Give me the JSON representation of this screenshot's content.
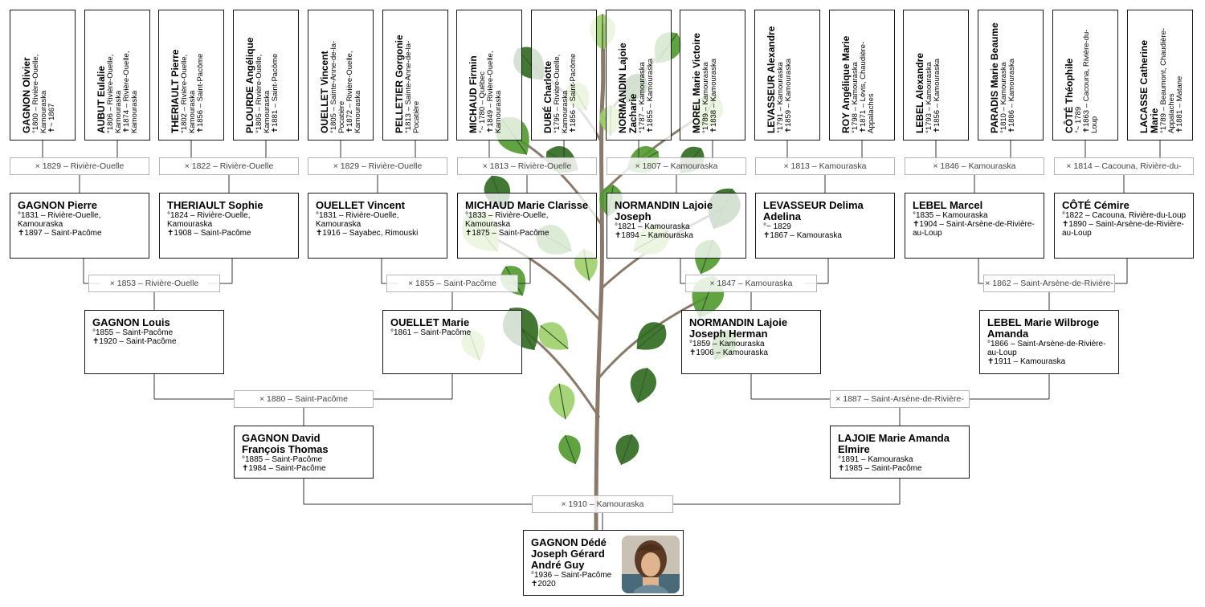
{
  "ancestors_g4": [
    {
      "name": "GAGNON Olivier",
      "lines": [
        "°1800 – Rivière-Ouelle, Kamouraska",
        "✝~ 1867"
      ]
    },
    {
      "name": "AUBUT Eulalie",
      "lines": [
        "°1806 – Rivière-Ouelle, Kamouraska",
        "✝1874 – Rivière-Ouelle, Kamouraska"
      ]
    },
    {
      "name": "THERIAULT Pierre",
      "lines": [
        "°1802 – Rivière-Ouelle, Kamouraska",
        "✝1856 – Saint-Pacôme"
      ]
    },
    {
      "name": "PLOURDE Angélique",
      "lines": [
        "°1805 – Rivière-Ouelle, Kamouraska",
        "✝1881 – Saint-Pacôme"
      ]
    },
    {
      "name": "OUELLET Vincent",
      "lines": [
        "°1805 – Sainte-Anne-de-la-Pocatière",
        "✝1872 – Rivière-Ouelle, Kamouraska"
      ]
    },
    {
      "name": "PELLETIER Gorgonie",
      "lines": [
        "°1813 – Sainte-Anne-de-la-Pocatière"
      ]
    },
    {
      "name": "MICHAUD Firmin",
      "lines": [
        "°~ 1780 – Québec",
        "✝1849 – Rivière-Ouelle, Kamouraska"
      ]
    },
    {
      "name": "DUBÉ Charlotte",
      "lines": [
        "°1795 – Rivière-Ouelle, Kamouraska",
        "✝1856 – Saint-Pacôme"
      ]
    },
    {
      "name": "NORMANDIN Lajoie Zacharie",
      "lines": [
        "°1787 – Kamouraska",
        "✝1855 – Kamouraska"
      ]
    },
    {
      "name": "MOREL Marie Victoire",
      "lines": [
        "°1789 – Kamouraska",
        "✝1838 – Kamouraska"
      ]
    },
    {
      "name": "LEVASSEUR Alexandre",
      "lines": [
        "°1791 – Kamouraska",
        "✝1859 – Kamouraska"
      ]
    },
    {
      "name": "ROY Angélique Marie",
      "lines": [
        "°1798 – Kamouraska",
        "✝1871 – Lévis, Chaudière-Appalaches"
      ]
    },
    {
      "name": "LEBEL Alexandre",
      "lines": [
        "°1793 – Kamouraska",
        "✝1856 – Kamouraska"
      ]
    },
    {
      "name": "PARADIS Marie Beaume",
      "lines": [
        "°1810 – Kamouraska",
        "✝1886 – Kamouraska"
      ]
    },
    {
      "name": "CÔTÉ Théophile",
      "lines": [
        "°~ 1789",
        "✝1863 – Cacouna, Rivière-du-Loup"
      ]
    },
    {
      "name": "LACASSE Catherine Marie",
      "lines": [
        "°1789 – Beaumont, Chaudière-Appalaches",
        "✝1881 – Matane"
      ]
    }
  ],
  "marriages_g4": [
    "× 1829 – Rivière-Ouelle",
    "× 1822 – Rivière-Ouelle",
    "× 1829 – Rivière-Ouelle",
    "× 1813 – Rivière-Ouelle",
    "× 1807 – Kamouraska",
    "× 1813 – Kamouraska",
    "× 1846 – Kamouraska",
    "× 1814 – Cacouna, Rivière-du-"
  ],
  "ancestors_g3": [
    {
      "name": "GAGNON Pierre",
      "lines": [
        "°1831 – Rivière-Ouelle, Kamouraska",
        "✝1897 – Saint-Pacôme"
      ]
    },
    {
      "name": "THERIAULT Sophie",
      "lines": [
        "°1824 – Rivière-Ouelle, Kamouraska",
        "✝1908 – Saint-Pacôme"
      ]
    },
    {
      "name": "OUELLET Vincent",
      "lines": [
        "°1831 – Rivière-Ouelle, Kamouraska",
        "✝1916 – Sayabec, Rimouski"
      ]
    },
    {
      "name": "MICHAUD Marie Clarisse",
      "lines": [
        "°1833 – Rivière-Ouelle, Kamouraska",
        "✝1875 – Saint-Pacôme"
      ]
    },
    {
      "name": "NORMANDIN Lajoie Joseph",
      "lines": [
        "°1821 – Kamouraska",
        "✝1894 – Kamouraska"
      ]
    },
    {
      "name": "LEVASSEUR Delima Adelina",
      "lines": [
        "°~ 1829",
        "✝1867 – Kamouraska"
      ]
    },
    {
      "name": "LEBEL Marcel",
      "lines": [
        "°1835 – Kamouraska",
        "✝1904 – Saint-Arsène-de-Rivière-au-Loup"
      ]
    },
    {
      "name": "CÔTÉ Cémire",
      "lines": [
        "°1822 – Cacouna, Rivière-du-Loup",
        "✝1890 – Saint-Arsène-de-Rivière-au-Loup"
      ]
    }
  ],
  "marriages_g3": [
    "× 1853 – Rivière-Ouelle",
    "× 1855 – Saint-Pacôme",
    "× 1847 – Kamouraska",
    "× 1862 – Saint-Arsène-de-Rivière-"
  ],
  "ancestors_g2": [
    {
      "name": "GAGNON Louis",
      "lines": [
        "°1855 – Saint-Pacôme",
        "✝1920 – Saint-Pacôme"
      ]
    },
    {
      "name": "OUELLET Marie",
      "lines": [
        "°1861 – Saint-Pacôme"
      ]
    },
    {
      "name": "NORMANDIN Lajoie Joseph Herman",
      "lines": [
        "°1859 – Kamouraska",
        "✝1906 – Kamouraska"
      ]
    },
    {
      "name": "LEBEL Marie Wilbroge Amanda",
      "lines": [
        "°1866 – Saint-Arsène-de-Rivière-au-Loup",
        "✝1911 – Kamouraska"
      ]
    }
  ],
  "marriages_g2": [
    "× 1880 – Saint-Pacôme",
    "× 1887 – Saint-Arsène-de-Rivière-"
  ],
  "ancestors_g1": [
    {
      "name": "GAGNON David François Thomas",
      "lines": [
        "°1885 – Saint-Pacôme",
        "✝1984 – Saint-Pacôme"
      ]
    },
    {
      "name": "LAJOIE Marie Amanda Elmire",
      "lines": [
        "°1891 – Kamouraska",
        "✝1985 – Saint-Pacôme"
      ]
    }
  ],
  "marriages_g1": [
    "× 1910 – Kamouraska"
  ],
  "root": {
    "name": "GAGNON Dédé Joseph Gérard André Guy",
    "lines": [
      "°1936 – Saint-Pacôme",
      "✝2020"
    ]
  },
  "colors": {
    "leaf_dark": "#2f6a1f",
    "leaf_mid": "#4f9a2c",
    "leaf_light": "#9ed06a",
    "stem": "#8a7a6a",
    "line": "#333333",
    "box_border": "#1a1a1a"
  }
}
